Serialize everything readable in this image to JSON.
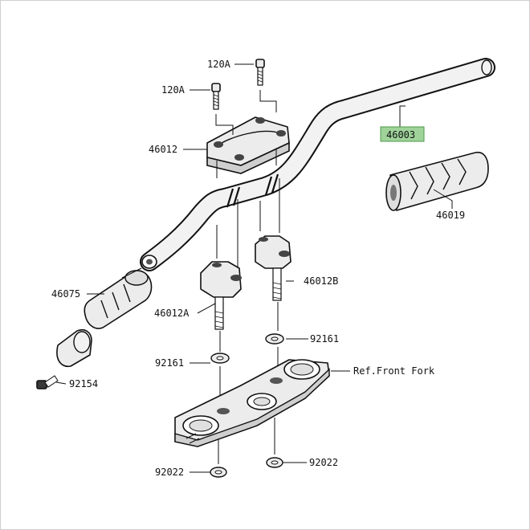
{
  "labels": {
    "bolt_upper": "120A",
    "bolt_left": "120A",
    "handlebar": "46003",
    "upper_holder": "46012",
    "grip_right": "46019",
    "grip_left": "46075",
    "lower_holder_right": "46012B",
    "lower_holder_left": "46012A",
    "washer_right": "92161",
    "washer_left": "92161",
    "ref_front_fork": "Ref.Front Fork",
    "screw": "92154",
    "nut_left": "92022",
    "nut_right": "92022"
  },
  "colors": {
    "highlight_fill": "#9fd39a",
    "highlight_border": "#4f9a4a",
    "line": "#111111"
  }
}
